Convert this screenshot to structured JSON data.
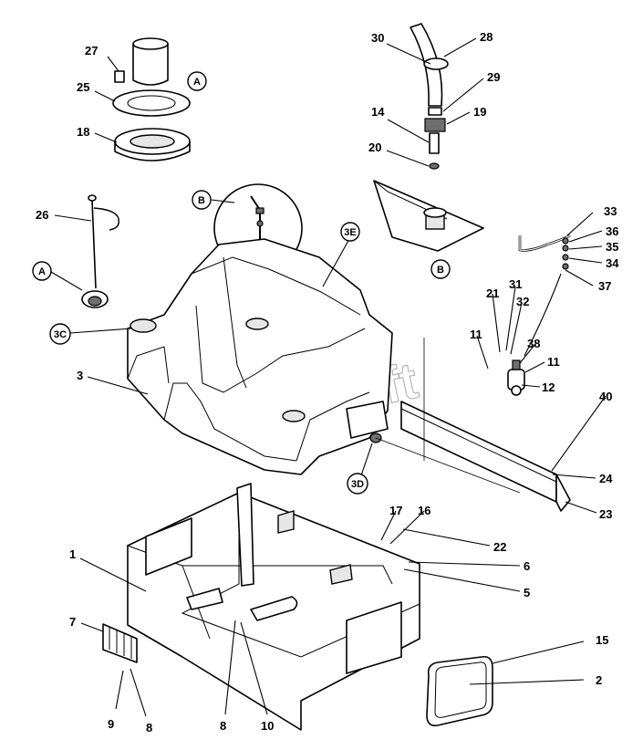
{
  "watermark": "AutoSoft",
  "callouts": [
    {
      "id": "c27",
      "text": "27"
    },
    {
      "id": "c25",
      "text": "25"
    },
    {
      "id": "c18",
      "text": "18"
    },
    {
      "id": "c26",
      "text": "26"
    },
    {
      "id": "c3",
      "text": "3"
    },
    {
      "id": "c1",
      "text": "1"
    },
    {
      "id": "c7",
      "text": "7"
    },
    {
      "id": "c9",
      "text": "9"
    },
    {
      "id": "c8a",
      "text": "8"
    },
    {
      "id": "c8b",
      "text": "8"
    },
    {
      "id": "c10",
      "text": "10"
    },
    {
      "id": "c30",
      "text": "30"
    },
    {
      "id": "c28",
      "text": "28"
    },
    {
      "id": "c29",
      "text": "29"
    },
    {
      "id": "c14",
      "text": "14"
    },
    {
      "id": "c19",
      "text": "19"
    },
    {
      "id": "c20",
      "text": "20"
    },
    {
      "id": "c33",
      "text": "33"
    },
    {
      "id": "c36",
      "text": "36"
    },
    {
      "id": "c35",
      "text": "35"
    },
    {
      "id": "c34",
      "text": "34"
    },
    {
      "id": "c37",
      "text": "37"
    },
    {
      "id": "c21",
      "text": "21"
    },
    {
      "id": "c31",
      "text": "31"
    },
    {
      "id": "c32",
      "text": "32"
    },
    {
      "id": "c11a",
      "text": "11"
    },
    {
      "id": "c38",
      "text": "38"
    },
    {
      "id": "c11b",
      "text": "11"
    },
    {
      "id": "c12",
      "text": "12"
    },
    {
      "id": "c40",
      "text": "40"
    },
    {
      "id": "c24",
      "text": "24"
    },
    {
      "id": "c23",
      "text": "23"
    },
    {
      "id": "c17",
      "text": "17"
    },
    {
      "id": "c16",
      "text": "16"
    },
    {
      "id": "c22",
      "text": "22"
    },
    {
      "id": "c6",
      "text": "6"
    },
    {
      "id": "c5",
      "text": "5"
    },
    {
      "id": "c15",
      "text": "15"
    },
    {
      "id": "c2",
      "text": "2"
    }
  ],
  "bubbles": [
    {
      "id": "bA1",
      "text": "A"
    },
    {
      "id": "bA2",
      "text": "A"
    },
    {
      "id": "bB1",
      "text": "B"
    },
    {
      "id": "bB2",
      "text": "B"
    },
    {
      "id": "b3E",
      "text": "3E"
    },
    {
      "id": "b3C",
      "text": "3C"
    },
    {
      "id": "b3D",
      "text": "3D"
    }
  ]
}
